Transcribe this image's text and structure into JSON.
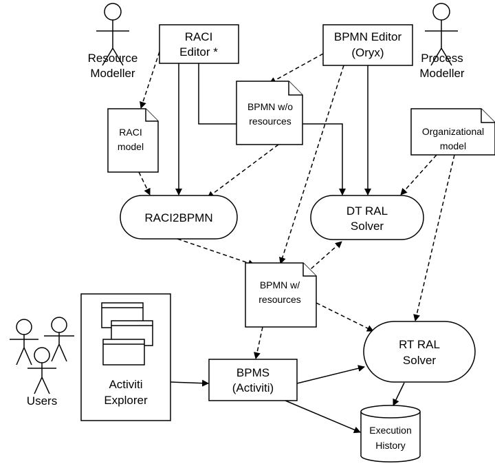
{
  "nodes": {
    "raci_editor": [
      "RACI",
      "Editor *"
    ],
    "bpmn_editor": [
      "BPMN Editor",
      "(Oryx)"
    ],
    "resource_modeller": [
      "Resource",
      "Modeller"
    ],
    "process_modeller": [
      "Process",
      "Modeller"
    ],
    "raci_model": [
      "RACI",
      "model"
    ],
    "bpmn_wo_resources": [
      "BPMN w/o",
      "resources"
    ],
    "organizational_model": [
      "Organizational",
      "model"
    ],
    "raci2bpmn": [
      "RACI2BPMN"
    ],
    "dt_ral_solver": [
      "DT RAL",
      "Solver"
    ],
    "bpmn_w_resources": [
      "BPMN w/",
      "resources"
    ],
    "activiti_explorer": [
      "Activiti",
      "Explorer"
    ],
    "users": [
      "Users"
    ],
    "bpms": [
      "BPMS",
      "(Activiti)"
    ],
    "rt_ral_solver": [
      "RT RAL",
      "Solver"
    ],
    "execution_history": [
      "Execution",
      "History"
    ]
  }
}
